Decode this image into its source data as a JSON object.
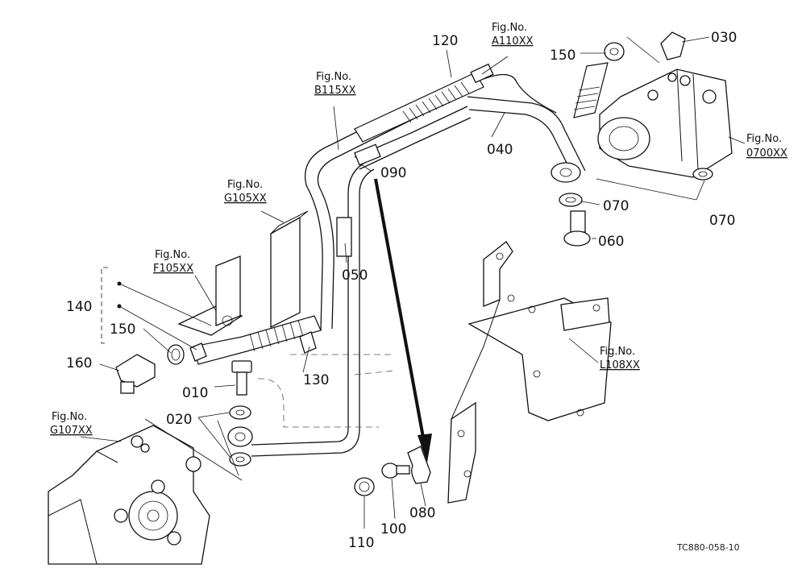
{
  "parts": {
    "p010": "010",
    "p020": "020",
    "p030": "030",
    "p040": "040",
    "p050": "050",
    "p060": "060",
    "p070a": "070",
    "p070b": "070",
    "p080": "080",
    "p090": "090",
    "p100": "100",
    "p110": "110",
    "p120": "120",
    "p130": "130",
    "p140": "140",
    "p150a": "150",
    "p150b": "150",
    "p160": "160"
  },
  "figs": {
    "fig_label": "Fig.No.",
    "a110": "A110XX",
    "b115": "B115XX",
    "g105": "G105XX",
    "f105": "F105XX",
    "o700": "0700XX",
    "l108": "L108XX",
    "g107": "G107XX"
  },
  "drawing_code": "TC880-058-10"
}
